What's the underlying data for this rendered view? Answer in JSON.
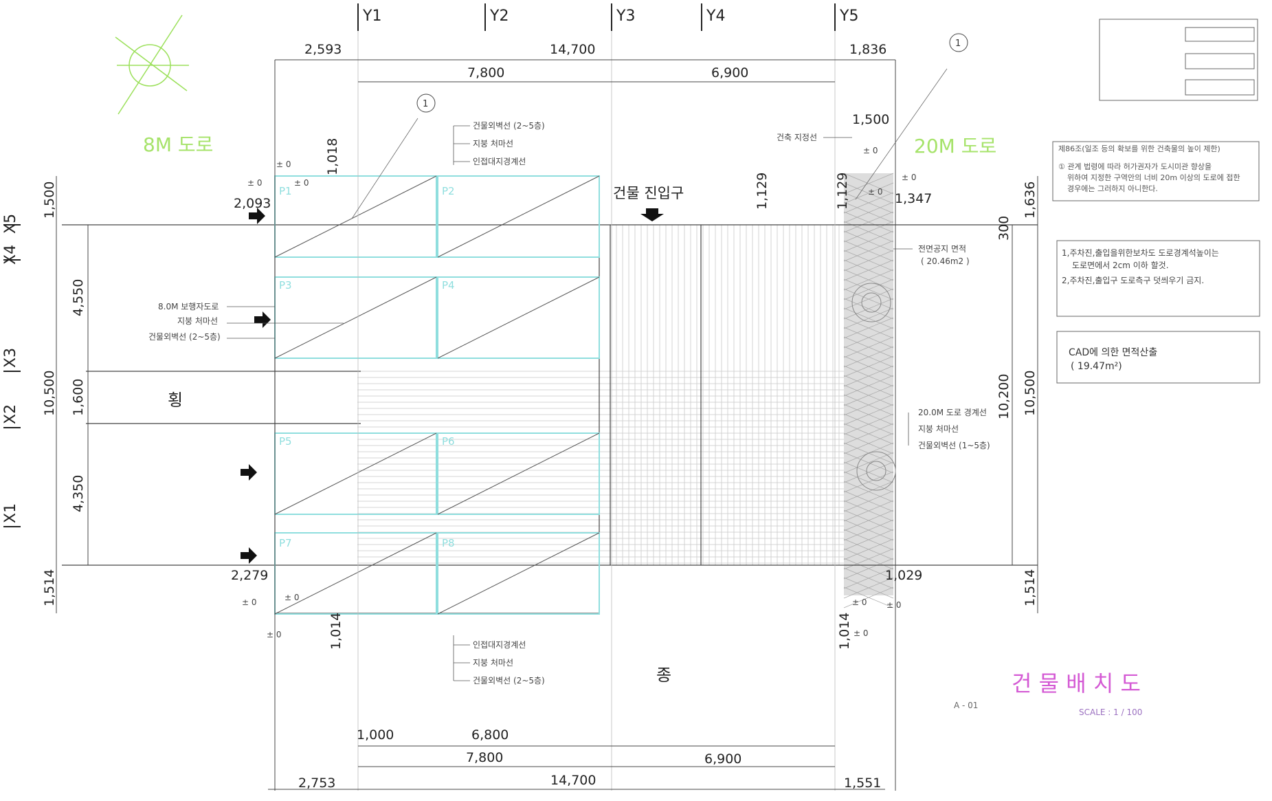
{
  "colors": {
    "line": "#333333",
    "grid": "#b8b8b8",
    "cyan": "#8fdede",
    "green": "#9be05a",
    "magenta": "#d45ad4",
    "yellow": "#f0e000",
    "red": "#cc2222"
  },
  "grid_top": {
    "y1": "Y1",
    "y2": "Y2",
    "y3": "Y3",
    "y4": "Y4",
    "y5": "Y5"
  },
  "grid_left": {
    "x1": "X1",
    "x2": "X2",
    "x3": "X3",
    "x4": "X4",
    "x5": "X5"
  },
  "dims_top": {
    "a": "2,593",
    "b": "14,700",
    "c": "1,836",
    "d": "7,800",
    "e": "6,900",
    "f": "1,500"
  },
  "dims_bottom": {
    "a": "1,000",
    "b": "6,800",
    "c": "7,800",
    "d": "6,900",
    "e": "2,753",
    "f": "14,700",
    "g": "1,551"
  },
  "dims_left": {
    "a": "1,500",
    "b": "4,550",
    "c": "10,500",
    "d": "1,600",
    "e": "4,350",
    "f": "1,514"
  },
  "dims_right": {
    "a": "1,636",
    "b": "300",
    "c": "10,200",
    "d": "10,500",
    "e": "1,514"
  },
  "dims_misc": {
    "a": "1,018",
    "b": "2,093",
    "c": "1,129",
    "d": "1,129",
    "e": "1,347",
    "f": "2,279",
    "g": "1,014",
    "h": "1,014",
    "i": "1,029"
  },
  "roads": {
    "left": "8M 도로",
    "right": "20M 도로"
  },
  "entrance": "건물 진입구",
  "side_labels": {
    "horizontal": "횡",
    "vertical": "종"
  },
  "levels": {
    "zero": "± 0"
  },
  "parking": [
    "P1",
    "P3",
    "P4",
    "P5",
    "P6",
    "P7",
    "P8"
  ],
  "callouts": {
    "top": [
      "건물외벽선 (2~5층)",
      "지붕 처마선",
      "인접대지경계선"
    ],
    "bottom": [
      "인접대지경계선",
      "지붕 처마선",
      "건물외벽선 (2~5층)"
    ],
    "left": [
      "8.0M 보행자도로",
      "지붕 처마선",
      "건물외벽선 (2~5층)"
    ],
    "right": [
      "20.0M 도로 경계선",
      "지붕 처마선",
      "건물외벽선 (1~5층)"
    ],
    "building_line": "건축 지정선",
    "open_space": "전면공지 면적",
    "open_space_area": "( 20.46m2 )",
    "marker": "1"
  },
  "notes": {
    "law_clause": "제86조(일조 등의 확보를 위한 건축물의 높이 제한)",
    "law_text": [
      "① 관계 법령에 따라 허가권자가 도시미관 향상을",
      "위하여 지정한 구역안의 너비 20m 이상의 도로에 접한",
      "경우에는 그러하지 아니한다."
    ],
    "parking_notes": [
      "1,주차진,출입을위한보차도 도로경계석높이는",
      "도로면에서 2cm 이하 할것.",
      "2,주차진,출입구 도로측구 덧씌우기 금지."
    ],
    "area_text": "CAD에 의한 면적산출",
    "area_value": "( 19.47m²)"
  },
  "title": "건 물 배 치 도",
  "scale": "SCALE : 1 / 100",
  "sheet_no": "A - 01"
}
